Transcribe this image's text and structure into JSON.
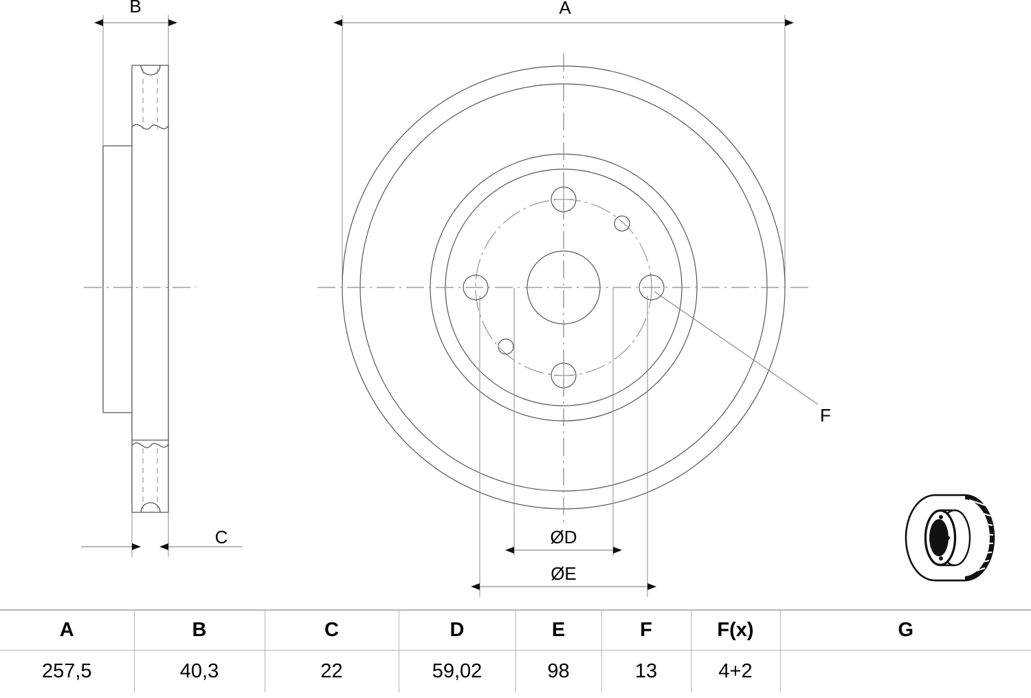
{
  "drawing": {
    "title": "Brake disc technical drawing",
    "dimension_labels": {
      "A": "A",
      "B": "B",
      "C": "C",
      "D": "ØD",
      "E": "ØE",
      "F": "F"
    },
    "views": {
      "side_section": "side-section-view",
      "front_plan": "front-plan-view",
      "perspective": "perspective-product-view"
    },
    "line_color": "#555555",
    "text_color": "#000000",
    "background": "#ffffff"
  },
  "table": {
    "headers": [
      "A",
      "B",
      "C",
      "D",
      "E",
      "F",
      "F(x)",
      "G"
    ],
    "values": [
      "257,5",
      "40,3",
      "22",
      "59,02",
      "98",
      "13",
      "4+2",
      ""
    ]
  }
}
